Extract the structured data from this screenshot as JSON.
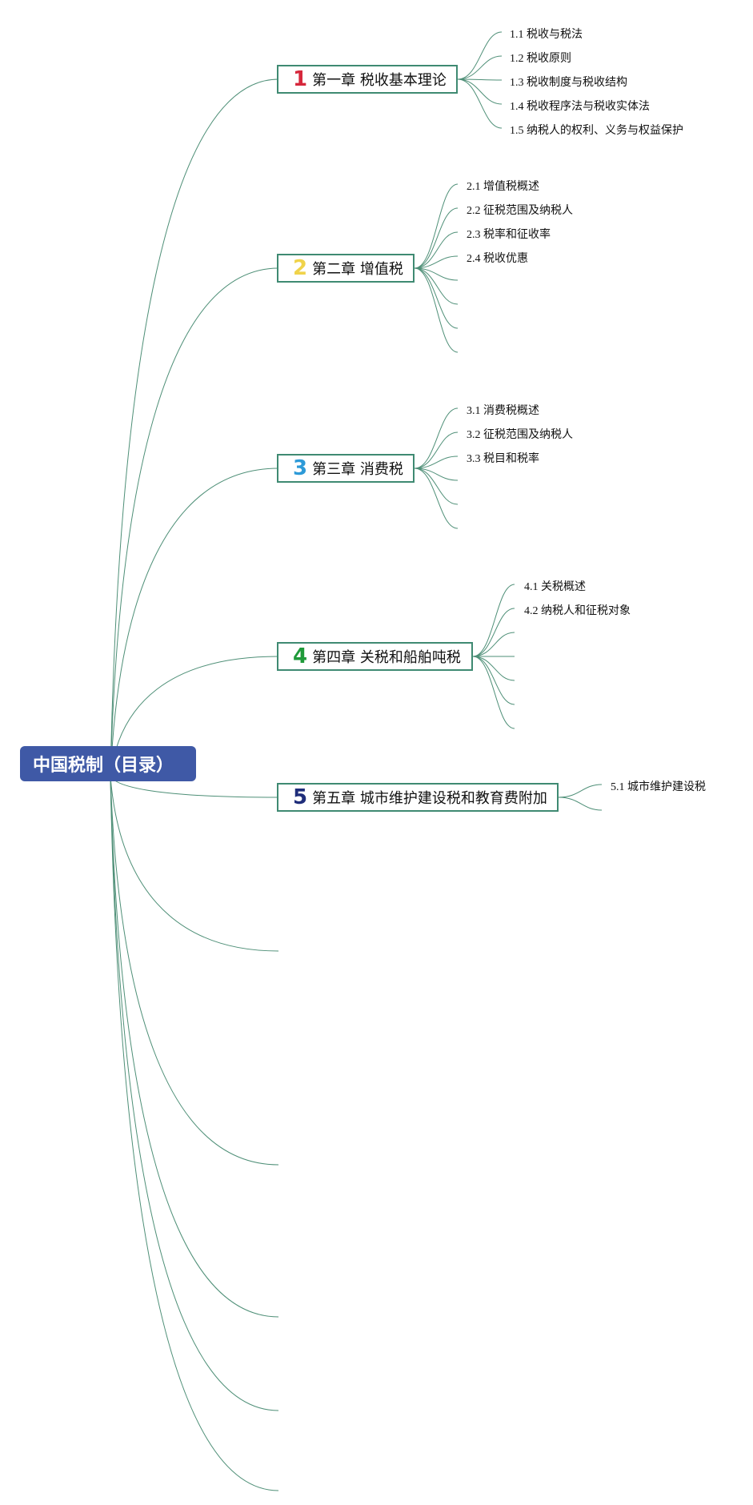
{
  "root": {
    "label": "中国税制（目录）"
  },
  "colors": {
    "root_fill": "#3f59a6",
    "branch_line": "#4e8f77",
    "chapter_border": "#3f8a72"
  },
  "chapters": [
    {
      "num": "1",
      "num_color": "#d6283c",
      "label": "第一章 税收基本理论",
      "topics": [
        "1.1 税收与税法",
        "1.2 税收原则",
        "1.3 税收制度与税收结构",
        "1.4 税收程序法与税收实体法",
        "1.5 纳税人的权利、义务与权益保护"
      ]
    },
    {
      "num": "2",
      "num_color": "#f0d34a",
      "label": "第二章 增值税",
      "topics": [
        "2.1 增值税概述",
        "2.2 征税范围及纳税人",
        "2.3 税率和征收率",
        "2.4 税收优惠"
      ]
    },
    {
      "num": "3",
      "num_color": "#2d9ad8",
      "label": "第三章 消费税",
      "topics": [
        "3.1 消费税概述",
        "3.2 征税范围及纳税人",
        "3.3 税目和税率"
      ]
    },
    {
      "num": "4",
      "num_color": "#1f9a3a",
      "label": "第四章 关税和船舶吨税",
      "topics": [
        "4.1 关税概述",
        "4.2 纳税人和征税对象"
      ]
    },
    {
      "num": "5",
      "num_color": "#1f2d7a",
      "label": "第五章 城市维护建设税和教育费附加",
      "topics": [
        "5.1 城市维护建设税"
      ]
    }
  ]
}
